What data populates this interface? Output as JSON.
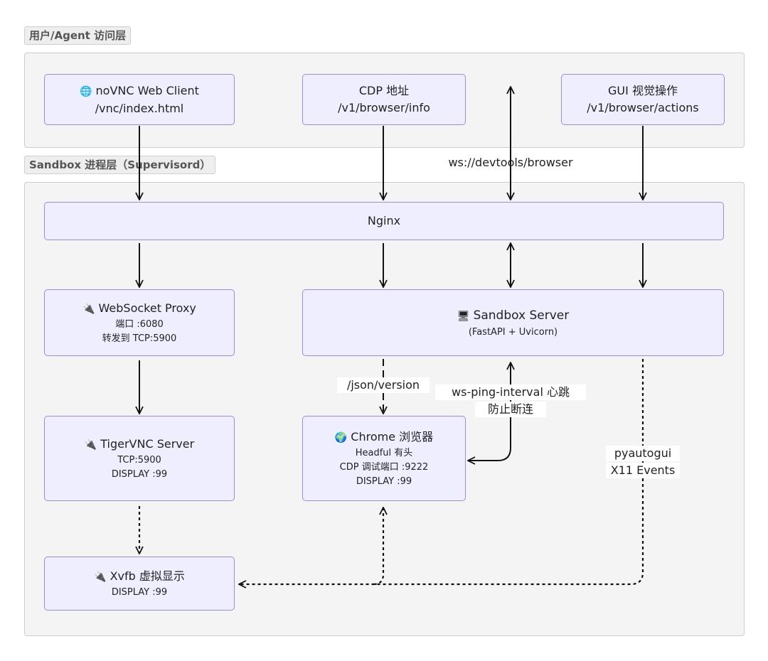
{
  "groups": {
    "access_layer": {
      "label": "用户/Agent 访问层"
    },
    "sandbox_layer": {
      "label": "Sandbox 进程层（Supervisord）"
    }
  },
  "nodes": {
    "novnc": {
      "icon": "globe-icon",
      "title": "noVNC Web Client",
      "line2": "/vnc/index.html"
    },
    "cdp": {
      "title": "CDP 地址",
      "line2": "/v1/browser/info"
    },
    "gui": {
      "title": "GUI 视觉操作",
      "line2": "/v1/browser/actions"
    },
    "nginx": {
      "title": "Nginx"
    },
    "wsproxy": {
      "icon": "plug-icon",
      "title": "WebSocket Proxy",
      "line2": "端口 :6080",
      "line3": "转发到 TCP:5900"
    },
    "sandbox_server": {
      "icon": "monitor-icon",
      "title": "Sandbox Server",
      "line2": "(FastAPI + Uvicorn)"
    },
    "tigervnc": {
      "icon": "plug-icon",
      "title": "TigerVNC Server",
      "line2": "TCP:5900",
      "line3": "DISPLAY :99"
    },
    "chrome": {
      "icon": "globe-earth-icon",
      "title": "Chrome 浏览器",
      "line2": "Headful 有头",
      "line3": "CDP 调试端口 :9222",
      "line4": "DISPLAY :99"
    },
    "xvfb": {
      "icon": "plug-icon",
      "title": "Xvfb 虚拟显示",
      "line2": "DISPLAY :99"
    }
  },
  "edge_labels": {
    "ws_devtools": "ws://devtools/browser",
    "json_version": "/json/version",
    "ws_ping_1": "ws-ping-interval 心跳",
    "ws_ping_2": "防止断连",
    "pyautogui_1": "pyautogui",
    "pyautogui_2": "X11 Events"
  },
  "colors": {
    "node_fill": "#eeeeff",
    "node_border": "#9c8ce0",
    "group_fill": "#f4f4f4",
    "group_border": "#cccccc",
    "edge": "#111111"
  }
}
